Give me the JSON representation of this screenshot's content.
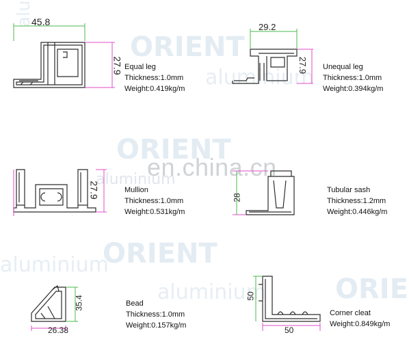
{
  "watermark": {
    "brand": "ORIENT",
    "sub": "aluminium",
    "site": "en.china.cn"
  },
  "colors": {
    "profile_stroke": "#2b2b2b",
    "dimension_line": "#4bb84b",
    "dimension_alt": "#e04bc8"
  },
  "profiles": [
    {
      "name": "Equal leg",
      "thickness": "Thickness:1.0mm",
      "weight": "Weight:0.419kg/m",
      "dims": [
        "45.8",
        "27.9"
      ]
    },
    {
      "name": "Unequal leg",
      "thickness": "Thickness:1.0mm",
      "weight": "Weight:0.394kg/m",
      "dims": [
        "29.2",
        "27.9"
      ]
    },
    {
      "name": "Mullion",
      "thickness": "Thickness:1.0mm",
      "weight": "Weight:0.531kg/m",
      "dims": [
        "27.9"
      ]
    },
    {
      "name": "Tubular sash",
      "thickness": "Thickness:1.2mm",
      "weight": "Weight:0.446kg/m",
      "dims": [
        "28"
      ]
    },
    {
      "name": "Bead",
      "thickness": "Thickness:1.0mm",
      "weight": "Weight:0.157kg/m",
      "dims": [
        "35.4",
        "26.38"
      ]
    },
    {
      "name": "Corner cleat",
      "thickness": "",
      "weight": "Weight:0.849kg/m",
      "dims": [
        "50",
        "50"
      ]
    }
  ]
}
